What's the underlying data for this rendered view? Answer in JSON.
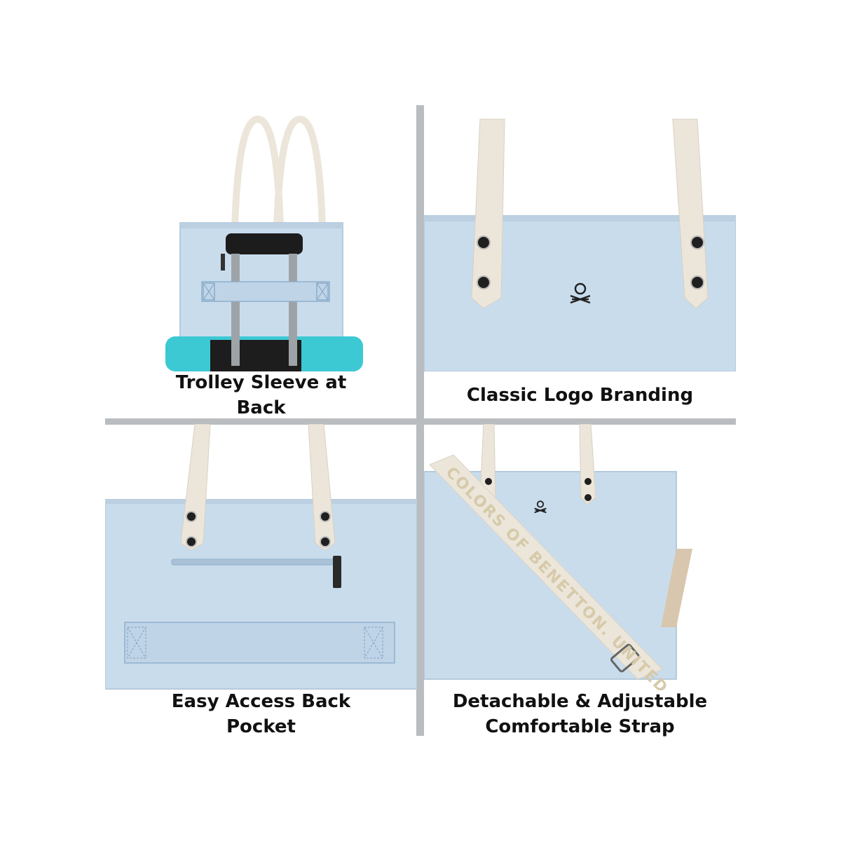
{
  "panels": [
    {
      "caption_line1": "Trolley Sleeve at",
      "caption_line2": "Back"
    },
    {
      "caption_line1": "Classic Logo Branding",
      "caption_line2": ""
    },
    {
      "caption_line1": "Easy Access Back",
      "caption_line2": "Pocket"
    },
    {
      "caption_line1": "Detachable & Adjustable",
      "caption_line2": "Comfortable Strap"
    }
  ],
  "strap_print": "COLORS OF BENETTON. UNITED",
  "colors": {
    "bag": "#c9dcec",
    "handle": "#ece6da",
    "divider": "#b9bdc0",
    "suitcase": "#3cc9d4"
  }
}
